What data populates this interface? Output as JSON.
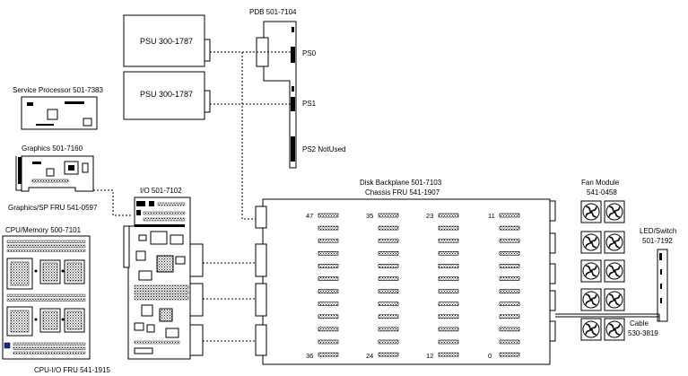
{
  "labels": {
    "pdb": "PDB  501-7104",
    "psu_top": "PSU  300-1787",
    "psu_bottom": "PSU  300-1787",
    "ps0": "PS0",
    "ps1": "PS1",
    "ps2": "PS2 NotUsed",
    "service_processor": "Service Processor 501-7383",
    "graphics": "Graphics 501-7160",
    "graphics_sp_fru": "Graphics/SP FRU 541-0597",
    "io_board": "I/O 501-7102",
    "cpu_memory": "CPU/Memory 500-7101",
    "cpu_io_fru": "CPU-I/O  FRU  541-1915",
    "disk_backplane": "Disk  Backplane  501-7103",
    "chassis_fru": "Chassis  FRU  541-1907",
    "fan_module": "Fan Module",
    "fan_module_pn": "541-0458",
    "led_switch": "LED/Switch",
    "led_switch_pn": "501-7192",
    "cable": "Cable",
    "cable_pn": "530-3819"
  },
  "slot_numbers": {
    "top": [
      "47",
      "35",
      "23",
      "11"
    ],
    "bottom": [
      "36",
      "24",
      "12",
      "0"
    ]
  }
}
